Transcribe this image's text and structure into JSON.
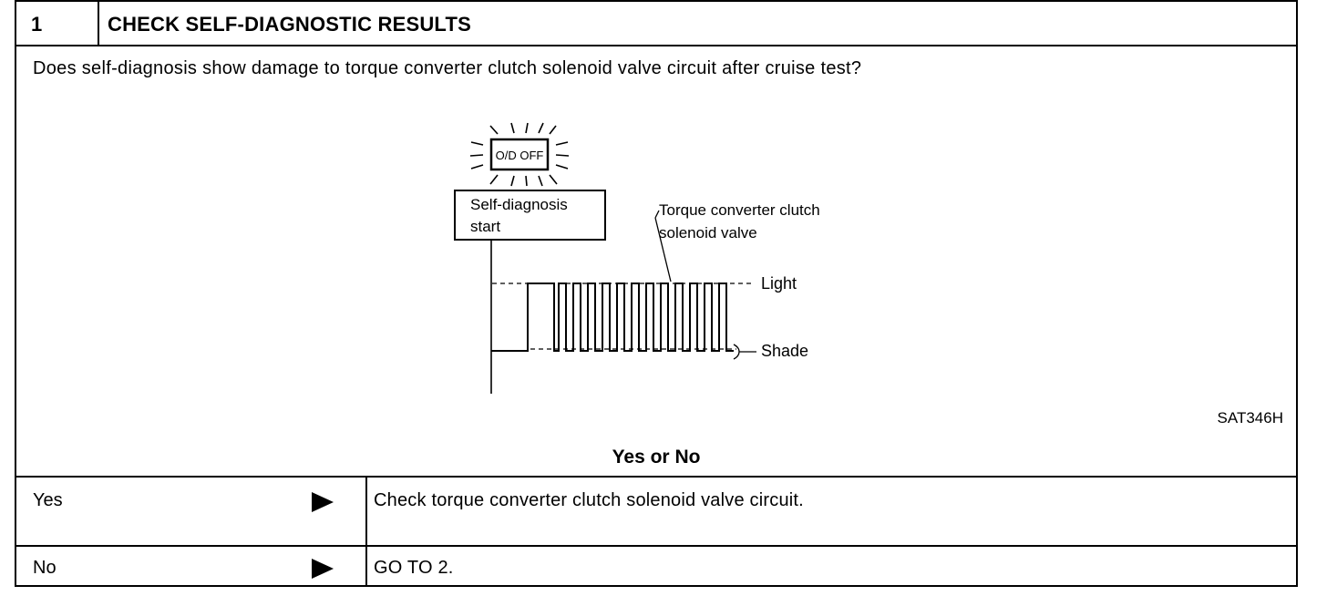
{
  "step": {
    "number": "1",
    "title": "CHECK SELF-DIAGNOSTIC RESULTS"
  },
  "question": "Does self-diagnosis show damage to torque converter clutch solenoid valve circuit after cruise test?",
  "figure": {
    "indicator_label": "O/D OFF",
    "start_label_line1": "Self-diagnosis",
    "start_label_line2": "start",
    "signal_label_line1": "Torque converter clutch",
    "signal_label_line2": "solenoid valve",
    "level_high": "Light",
    "level_low": "Shade",
    "figure_code": "SAT346H"
  },
  "prompt": "Yes or No",
  "answers": [
    {
      "label": "Yes",
      "action": "Check torque converter clutch solenoid valve circuit."
    },
    {
      "label": "No",
      "action": "GO TO 2."
    }
  ]
}
